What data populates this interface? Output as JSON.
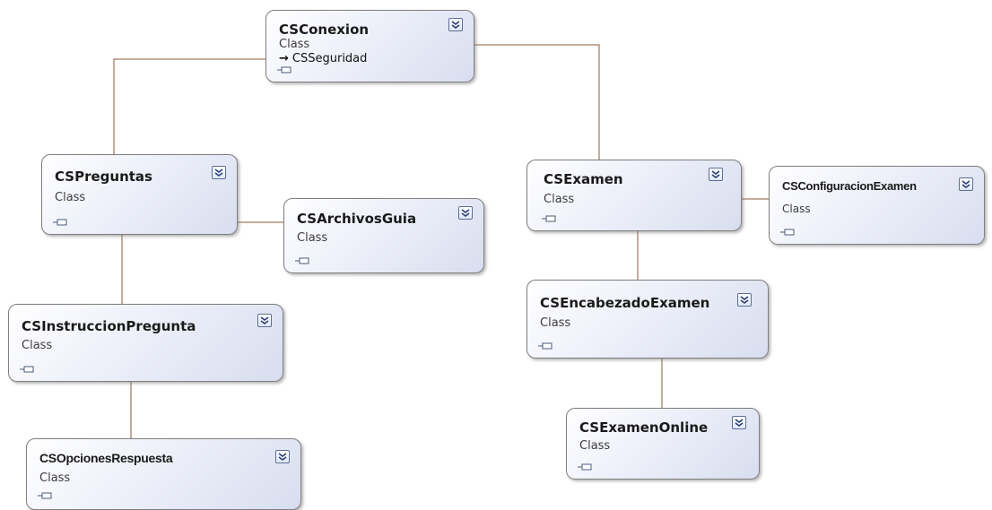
{
  "diagram": {
    "classes": [
      {
        "id": "csconexion",
        "name": "CSConexion",
        "kind": "Class",
        "inherits": "CSSeguridad"
      },
      {
        "id": "cspreguntas",
        "name": "CSPreguntas",
        "kind": "Class"
      },
      {
        "id": "csarchivosguia",
        "name": "CSArchivosGuia",
        "kind": "Class"
      },
      {
        "id": "csinstruccionpregunta",
        "name": "CSInstruccionPregunta",
        "kind": "Class"
      },
      {
        "id": "csopcionesrespuesta",
        "name": "CSOpcionesRespuesta",
        "kind": "Class"
      },
      {
        "id": "csexamen",
        "name": "CSExamen",
        "kind": "Class"
      },
      {
        "id": "csconfiguracionexamen",
        "name": "CSConfiguracionExamen",
        "kind": "Class"
      },
      {
        "id": "csencabezadoexamen",
        "name": "CSEncabezadoExamen",
        "kind": "Class"
      },
      {
        "id": "csexamenonline",
        "name": "CSExamenOnline",
        "kind": "Class"
      }
    ],
    "connections": [
      {
        "from": "csconexion",
        "to": "cspreguntas"
      },
      {
        "from": "csconexion",
        "to": "csexamen"
      },
      {
        "from": "cspreguntas",
        "to": "csarchivosguia"
      },
      {
        "from": "cspreguntas",
        "to": "csinstruccionpregunta"
      },
      {
        "from": "csinstruccionpregunta",
        "to": "csopcionesrespuesta"
      },
      {
        "from": "csexamen",
        "to": "csconfiguracionexamen"
      },
      {
        "from": "csexamen",
        "to": "csencabezadoexamen"
      },
      {
        "from": "csencabezadoexamen",
        "to": "csexamenonline"
      }
    ],
    "colors": {
      "connector": "#8b5a3c",
      "border": "#7f7f7f",
      "shape_start": "#ffffff",
      "shape_end": "#d8deef"
    }
  }
}
